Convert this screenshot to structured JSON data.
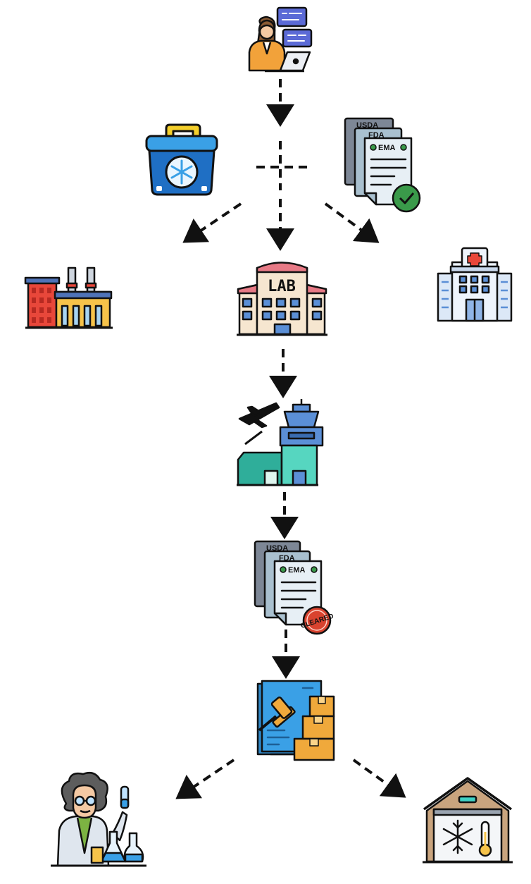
{
  "diagram": {
    "nodes": [
      {
        "id": "researcher",
        "icon": "researcher-laptop-icon"
      },
      {
        "id": "cooler",
        "icon": "cooler-box-icon"
      },
      {
        "id": "documents-approved",
        "icon": "regulatory-documents-approved-icon",
        "labels": [
          "USDA",
          "FDA",
          "EMA"
        ]
      },
      {
        "id": "factory",
        "icon": "factory-icon"
      },
      {
        "id": "lab",
        "icon": "lab-building-icon",
        "sign": "LAB"
      },
      {
        "id": "hospital",
        "icon": "hospital-icon"
      },
      {
        "id": "airport",
        "icon": "airport-icon"
      },
      {
        "id": "documents-cleared",
        "icon": "regulatory-documents-cleared-icon",
        "labels": [
          "USDA",
          "FDA",
          "EMA"
        ],
        "stamp": "CLEARED"
      },
      {
        "id": "customs",
        "icon": "customs-auction-icon"
      },
      {
        "id": "scientist",
        "icon": "scientist-icon"
      },
      {
        "id": "cold-storage",
        "icon": "cold-storage-warehouse-icon"
      }
    ],
    "edges": [
      {
        "from": "researcher",
        "to": "junction"
      },
      {
        "from": "junction",
        "to": "factory"
      },
      {
        "from": "junction",
        "to": "lab"
      },
      {
        "from": "junction",
        "to": "hospital"
      },
      {
        "from": "lab",
        "to": "airport"
      },
      {
        "from": "airport",
        "to": "documents-cleared"
      },
      {
        "from": "documents-cleared",
        "to": "customs"
      },
      {
        "from": "customs",
        "to": "scientist"
      },
      {
        "from": "customs",
        "to": "cold-storage"
      }
    ],
    "junction_joins": [
      "cooler",
      "documents-approved"
    ]
  }
}
